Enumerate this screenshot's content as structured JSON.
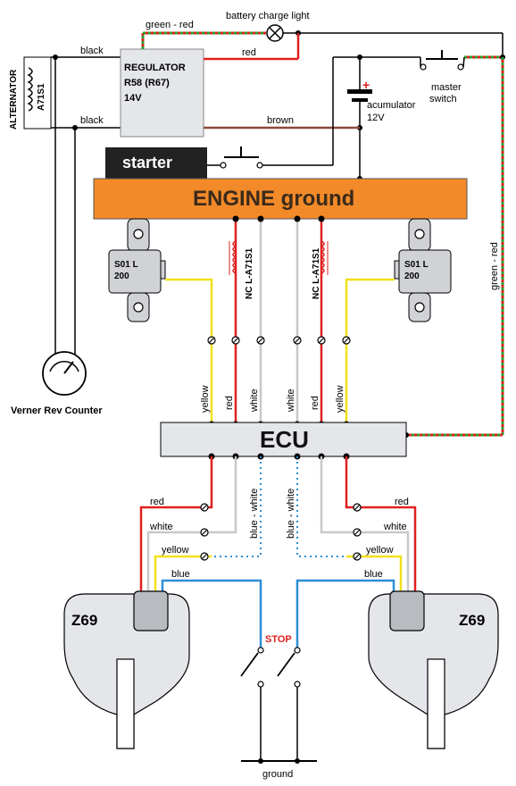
{
  "alternator": {
    "label": "ALTERNATOR",
    "code": "A71S1"
  },
  "regulator": {
    "title": "REGULATOR",
    "model": "R58 (R67)",
    "voltage": "14V"
  },
  "wires": {
    "green_red": "green - red",
    "red": "red",
    "black": "black",
    "brown": "brown",
    "white": "white",
    "yellow": "yellow",
    "blue": "blue",
    "blue_white": "blue - white"
  },
  "battery_charge_light": "battery charge light",
  "accumulator": {
    "label": "acumulator",
    "voltage": "12V",
    "plus": "+"
  },
  "master_switch": {
    "line1": "master",
    "line2": "switch"
  },
  "starter": "starter",
  "engine_ground": "ENGINE ground",
  "coil": {
    "line1": "S01 L",
    "line2": "200"
  },
  "nc_label": "NC L-A71S1",
  "ecu": "ECU",
  "rev_counter": "Verner Rev Counter",
  "ignition_coil": "Z69",
  "stop": "STOP",
  "ground": "ground",
  "colors": {
    "red": "#e02020",
    "green": "#2aa02a",
    "brown": "#8b4a3a",
    "yellow": "#f2e11a",
    "white_wire": "#c8c8c8",
    "blue": "#2b8fd6",
    "engine_fill": "#f28a2a",
    "box_fill": "#e4e6ea",
    "starter_fill": "#222222"
  }
}
